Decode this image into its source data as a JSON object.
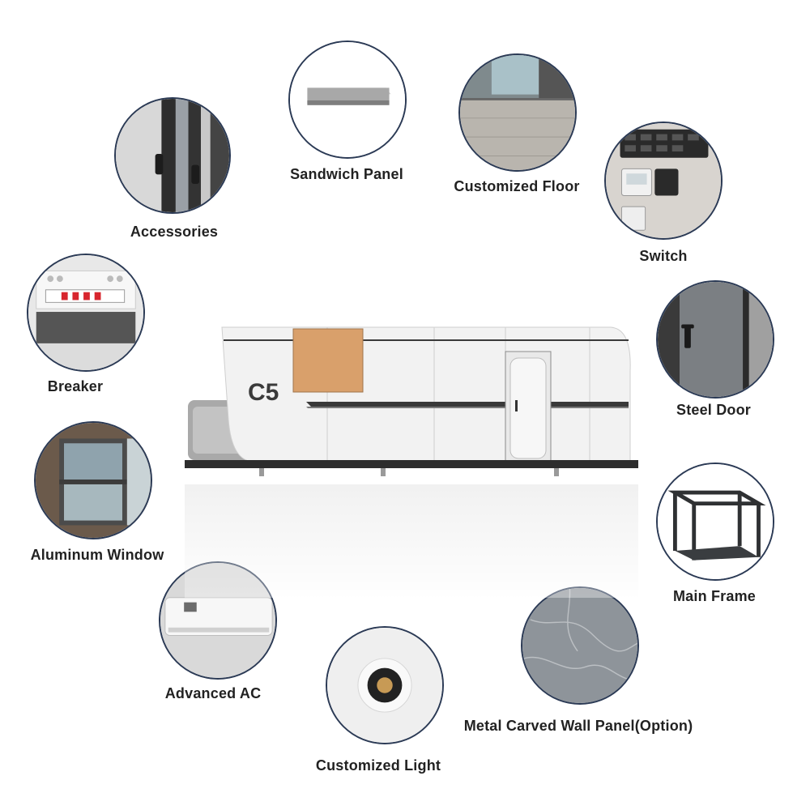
{
  "features": [
    {
      "id": "accessories",
      "label": "Accessories"
    },
    {
      "id": "sandwich-panel",
      "label": "Sandwich Panel"
    },
    {
      "id": "customized-floor",
      "label": "Customized Floor"
    },
    {
      "id": "switch",
      "label": "Switch"
    },
    {
      "id": "breaker",
      "label": "Breaker"
    },
    {
      "id": "steel-door",
      "label": "Steel Door"
    },
    {
      "id": "aluminum-window",
      "label": "Aluminum Window"
    },
    {
      "id": "main-frame",
      "label": "Main Frame"
    },
    {
      "id": "advanced-ac",
      "label": "Advanced AC"
    },
    {
      "id": "customized-light",
      "label": "Customized Light"
    },
    {
      "id": "metal-carved-wall-panel",
      "label": "Metal Carved Wall Panel(Option)"
    }
  ],
  "product": {
    "model_badge": "C5"
  },
  "colors": {
    "circle_border": "#2b3a55",
    "label_text": "#222222",
    "cabin_body": "#f2f2f2",
    "window_tint": "#d9a06b",
    "trim": "#3a3a3a"
  }
}
